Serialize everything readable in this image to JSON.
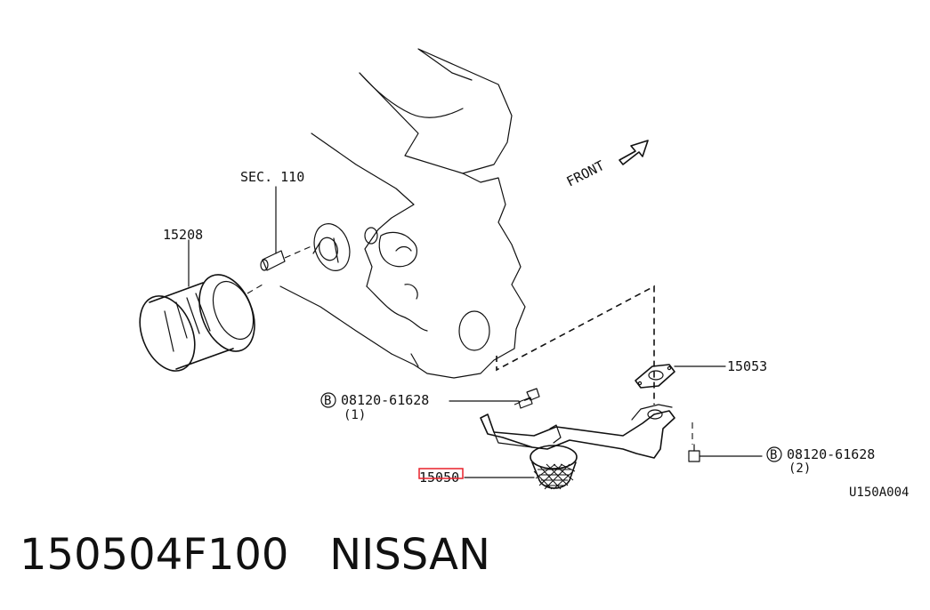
{
  "diagram": {
    "front_label": "FRONT",
    "sec_label": "SEC. 110",
    "callouts": {
      "oil_filter": "15208",
      "gasket": "15053",
      "strainer": "15050",
      "bolt_upper_number": "08120-61628",
      "bolt_upper_qty": "(1)",
      "bolt_lower_number": "08120-61628",
      "bolt_lower_qty": "(2)",
      "bolt_marker": "B"
    },
    "figure_code": "U150A004",
    "highlight_color": "#e8202a"
  },
  "caption": {
    "part_number": "150504F100",
    "brand": "NISSAN"
  }
}
